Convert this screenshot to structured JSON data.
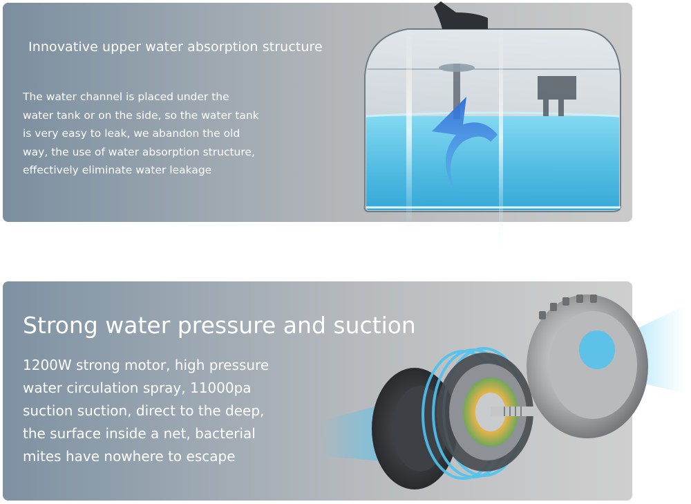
{
  "section1": {
    "heading": "Innovative upper water absorption structure",
    "body_lines": [
      "The water channel is placed under the",
      "water tank or on the side, so the water tank",
      "is very easy to leak, we abandon the old",
      "way, the use of water absorption structure,",
      "effectively eliminate water leakage"
    ]
  },
  "section2": {
    "heading": "Strong water pressure and suction",
    "body_lines": [
      "1200W strong motor, high pressure",
      "water circulation spray, 11000pa",
      "suction suction, direct to the deep,",
      "the surface inside a net, bacterial",
      "mites have nowhere to escape"
    ]
  },
  "colors": {
    "text": "#ffffff",
    "water": "#4fc3e6",
    "arrow": "#2f6fd6",
    "motor_glow": "#4dc3f0"
  }
}
